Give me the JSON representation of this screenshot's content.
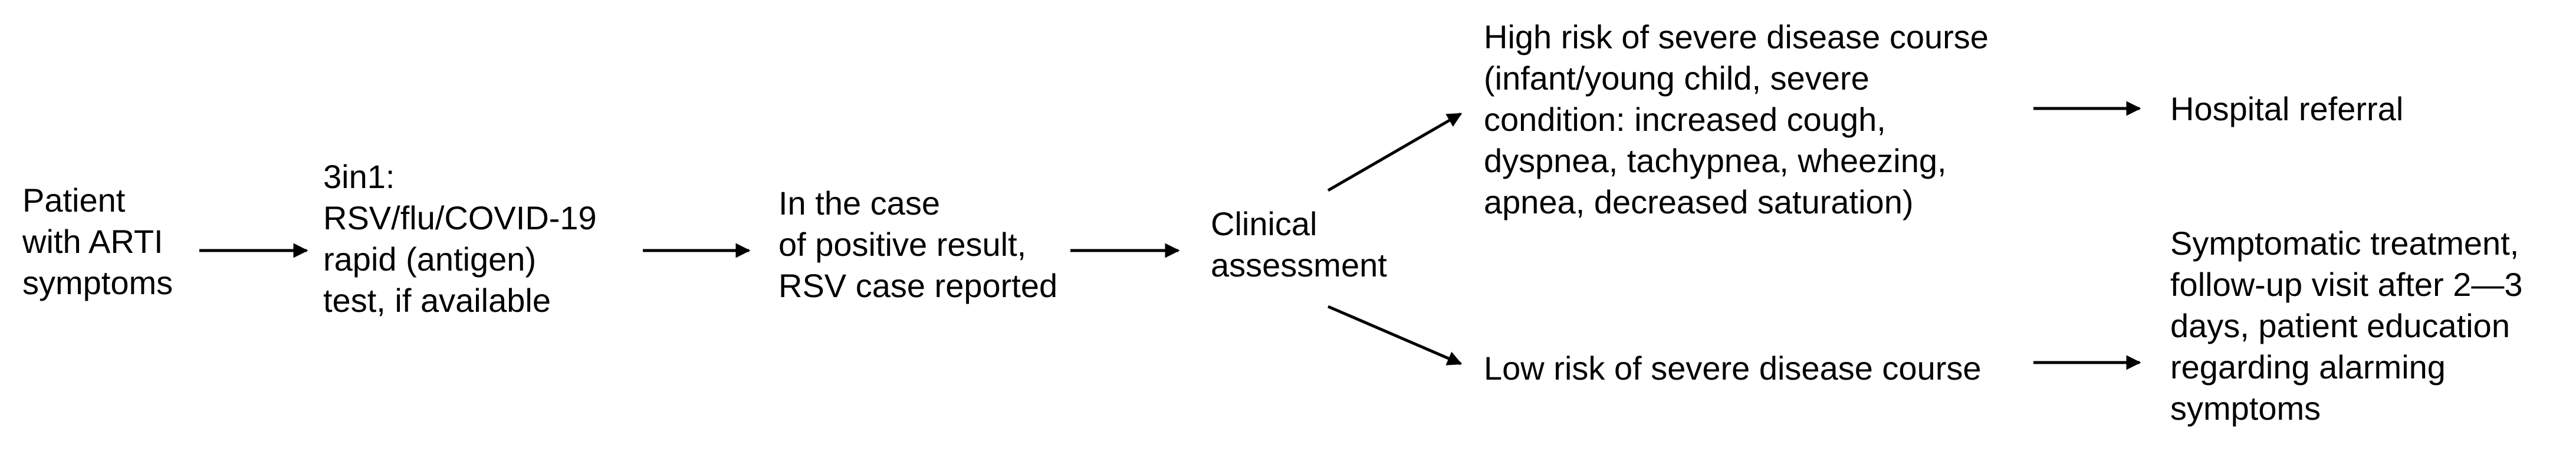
{
  "nodes": {
    "patient": {
      "lines": [
        "Patient",
        "with ARTI",
        "symptoms"
      ]
    },
    "test": {
      "lines": [
        "3in1:",
        "RSV/flu/COVID-19",
        "rapid (antigen)",
        "test, if available"
      ]
    },
    "positive": {
      "lines": [
        "In the case",
        "of positive result,",
        "RSV case reported"
      ]
    },
    "assessment": {
      "lines": [
        "Clinical",
        "assessment"
      ]
    },
    "high_risk": {
      "lines": [
        "High risk of severe disease course",
        "(infant/young child, severe",
        "condition: increased cough,",
        "dyspnea, tachypnea, wheezing,",
        "apnea, decreased saturation)"
      ]
    },
    "low_risk": {
      "lines": [
        "Low risk of severe disease course"
      ]
    },
    "hospital": {
      "lines": [
        "Hospital referral"
      ]
    },
    "symptomatic": {
      "lines": [
        "Symptomatic treatment,",
        "follow-up visit after 2—3",
        "days, patient education",
        "regarding alarming",
        "symptoms"
      ]
    }
  },
  "colors": {
    "text": "#000000",
    "arrow": "#000000",
    "background": "#ffffff"
  }
}
